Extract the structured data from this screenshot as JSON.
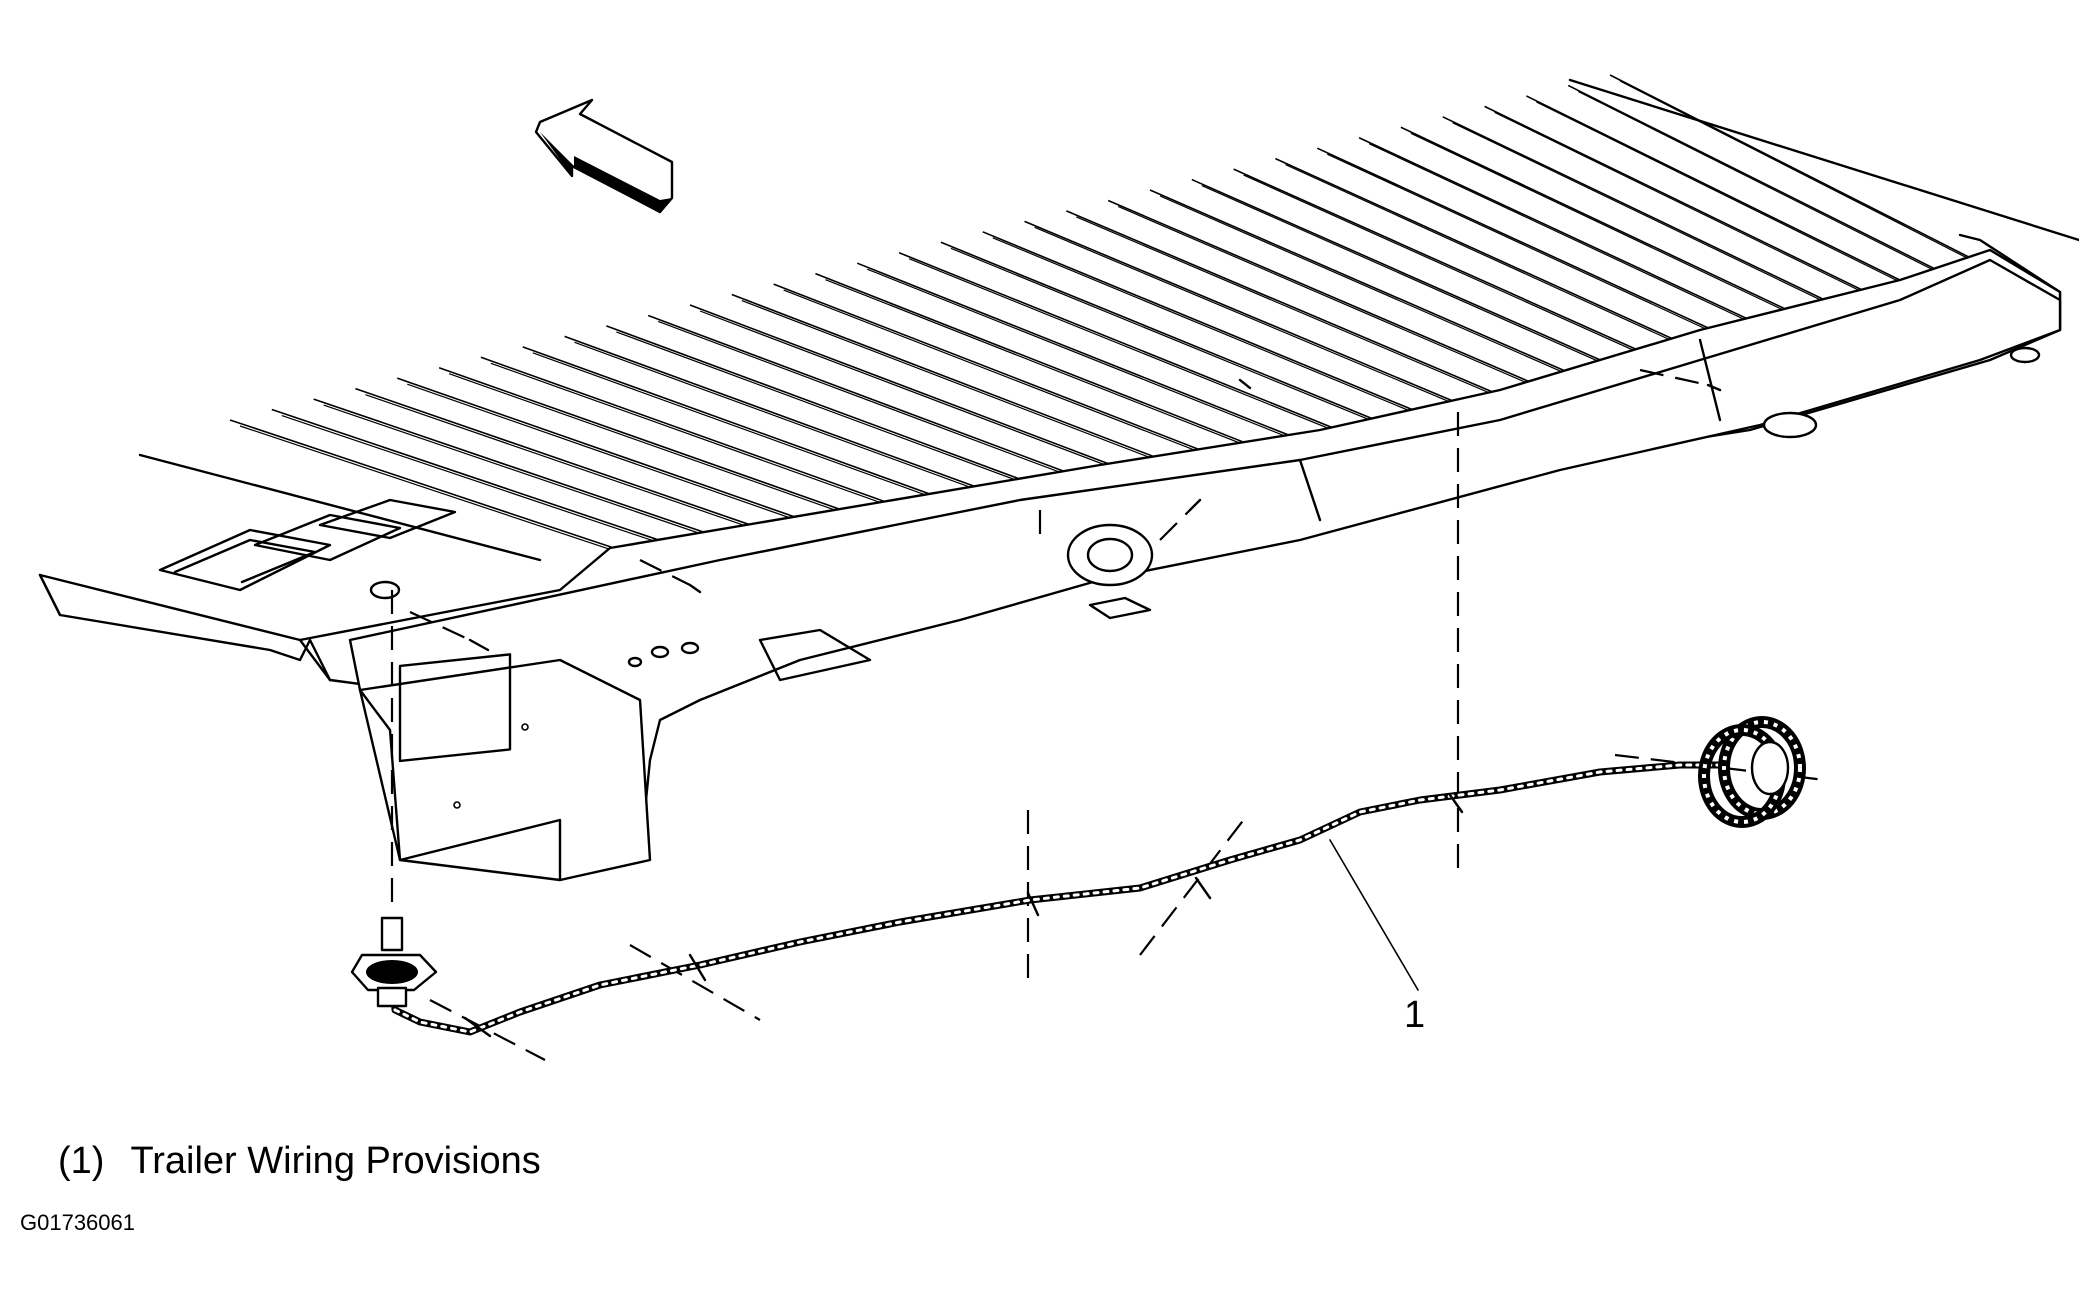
{
  "callout": {
    "number": "1"
  },
  "legend": [
    {
      "number": "(1)",
      "label": "Trailer Wiring Provisions"
    }
  ],
  "figure_id": "G01736061",
  "icons": {
    "direction": "forward-arrow-icon",
    "connector": "trailer-connector-icon",
    "coil": "harness-coil-icon"
  },
  "colors": {
    "line": "#000000",
    "background": "#ffffff"
  }
}
